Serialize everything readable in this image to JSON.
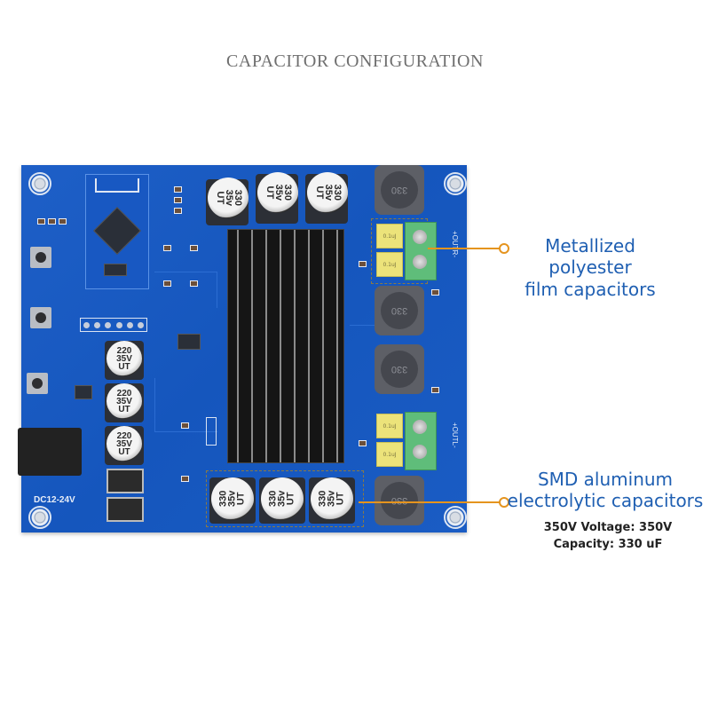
{
  "title": "CAPACITOR CONFIGURATION",
  "colors": {
    "title": "#6f6f6f",
    "callout_text": "#1f5fb2",
    "callout_line": "#e5941e",
    "pcb": "#1556bd",
    "spec_text": "#222222"
  },
  "board": {
    "power_label": "DC12-24V",
    "output_right_label": "+OUTR-",
    "output_left_label": "+OUTL-",
    "top_capacitors": [
      {
        "value": "330",
        "voltage": "35v",
        "brand": "UT"
      },
      {
        "value": "330",
        "voltage": "35v",
        "brand": "UT"
      },
      {
        "value": "330",
        "voltage": "35v",
        "brand": "UT"
      }
    ],
    "bottom_capacitors": [
      {
        "value": "330",
        "voltage": "35v",
        "brand": "UT"
      },
      {
        "value": "330",
        "voltage": "35v",
        "brand": "UT"
      },
      {
        "value": "330",
        "voltage": "35v",
        "brand": "UT"
      }
    ],
    "input_capacitors": [
      {
        "value": "220",
        "voltage": "35V",
        "brand": "UT"
      },
      {
        "value": "220",
        "voltage": "35V",
        "brand": "UT"
      },
      {
        "value": "220",
        "voltage": "35V",
        "brand": "UT"
      }
    ],
    "inductors": [
      "330",
      "330",
      "330",
      "330"
    ],
    "film_capacitor_marking": "0.1uJ"
  },
  "callouts": [
    {
      "label_line1": "Metallized polyester",
      "label_line2": "film capacitors"
    },
    {
      "label_line1": "SMD aluminum",
      "label_line2": "electrolytic capacitors",
      "spec_line1": "350V Voltage: 350V",
      "spec_line2": "Capacity: 330 uF"
    }
  ]
}
